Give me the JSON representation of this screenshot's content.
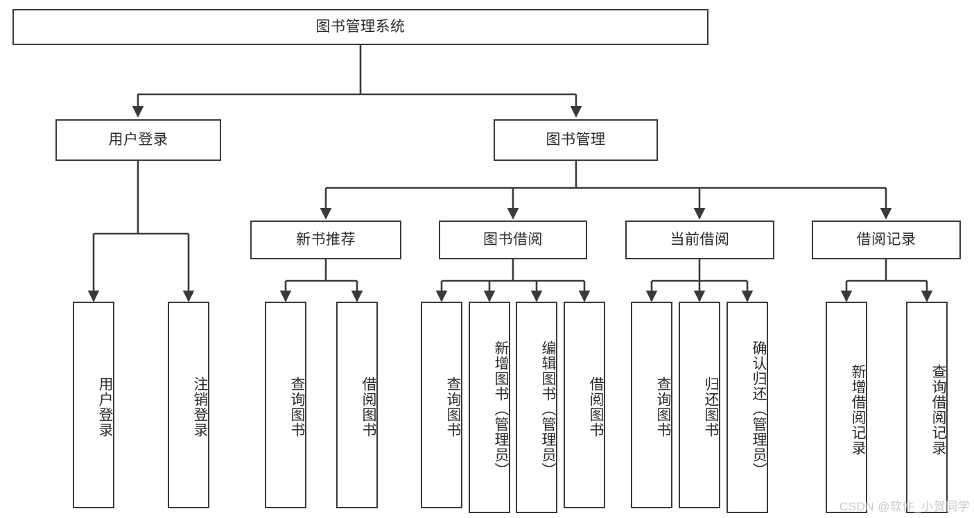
{
  "diagram": {
    "title": "图书管理系统",
    "type": "tree-hierarchy-flowchart",
    "colors": {
      "box_border": "#3a3a3a",
      "box_fill": "#ffffff",
      "text": "#2b2b2b",
      "connector": "#3a3a3a",
      "watermark": "#c9c9c9",
      "background": "#ffffff"
    },
    "root": {
      "id": "root",
      "label": "图书管理系统",
      "orientation": "horizontal"
    },
    "level2": [
      {
        "id": "user-login",
        "label": "用户登录",
        "orientation": "horizontal"
      },
      {
        "id": "book-manage",
        "label": "图书管理",
        "orientation": "horizontal"
      }
    ],
    "level3": [
      {
        "id": "new-book-rec",
        "label": "新书推荐",
        "orientation": "horizontal",
        "parent": "book-manage"
      },
      {
        "id": "book-borrow",
        "label": "图书借阅",
        "orientation": "horizontal",
        "parent": "book-manage"
      },
      {
        "id": "current-borrow",
        "label": "当前借阅",
        "orientation": "horizontal",
        "parent": "book-manage"
      },
      {
        "id": "borrow-record",
        "label": "借阅记录",
        "orientation": "horizontal",
        "parent": "book-manage"
      }
    ],
    "leaves": [
      {
        "id": "leaf-user-login",
        "label": "用户登录",
        "parent": "user-login",
        "orientation": "vertical"
      },
      {
        "id": "leaf-user-logout",
        "label": "注销登录",
        "parent": "user-login",
        "orientation": "vertical"
      },
      {
        "id": "leaf-rec-query",
        "label": "查询图书",
        "parent": "new-book-rec",
        "orientation": "vertical"
      },
      {
        "id": "leaf-rec-borrow",
        "label": "借阅图书",
        "parent": "new-book-rec",
        "orientation": "vertical"
      },
      {
        "id": "leaf-borrow-query",
        "label": "查询图书",
        "parent": "book-borrow",
        "orientation": "vertical"
      },
      {
        "id": "leaf-borrow-add",
        "label": "新增图书（管理员）",
        "parent": "book-borrow",
        "orientation": "vertical"
      },
      {
        "id": "leaf-borrow-edit",
        "label": "编辑图书（管理员）",
        "parent": "book-borrow",
        "orientation": "vertical"
      },
      {
        "id": "leaf-borrow-do",
        "label": "借阅图书",
        "parent": "book-borrow",
        "orientation": "vertical"
      },
      {
        "id": "leaf-cur-query",
        "label": "查询图书",
        "parent": "current-borrow",
        "orientation": "vertical"
      },
      {
        "id": "leaf-cur-return",
        "label": "归还图书",
        "parent": "current-borrow",
        "orientation": "vertical"
      },
      {
        "id": "leaf-cur-confirm",
        "label": "确认归还（管理员）",
        "parent": "current-borrow",
        "orientation": "vertical"
      },
      {
        "id": "leaf-rec-add",
        "label": "新增借阅记录",
        "parent": "borrow-record",
        "orientation": "vertical"
      },
      {
        "id": "leaf-rec-search",
        "label": "查询借阅记录",
        "parent": "borrow-record",
        "orientation": "vertical"
      }
    ]
  },
  "watermark": {
    "text": "CSDN @软件_小贺同学"
  }
}
